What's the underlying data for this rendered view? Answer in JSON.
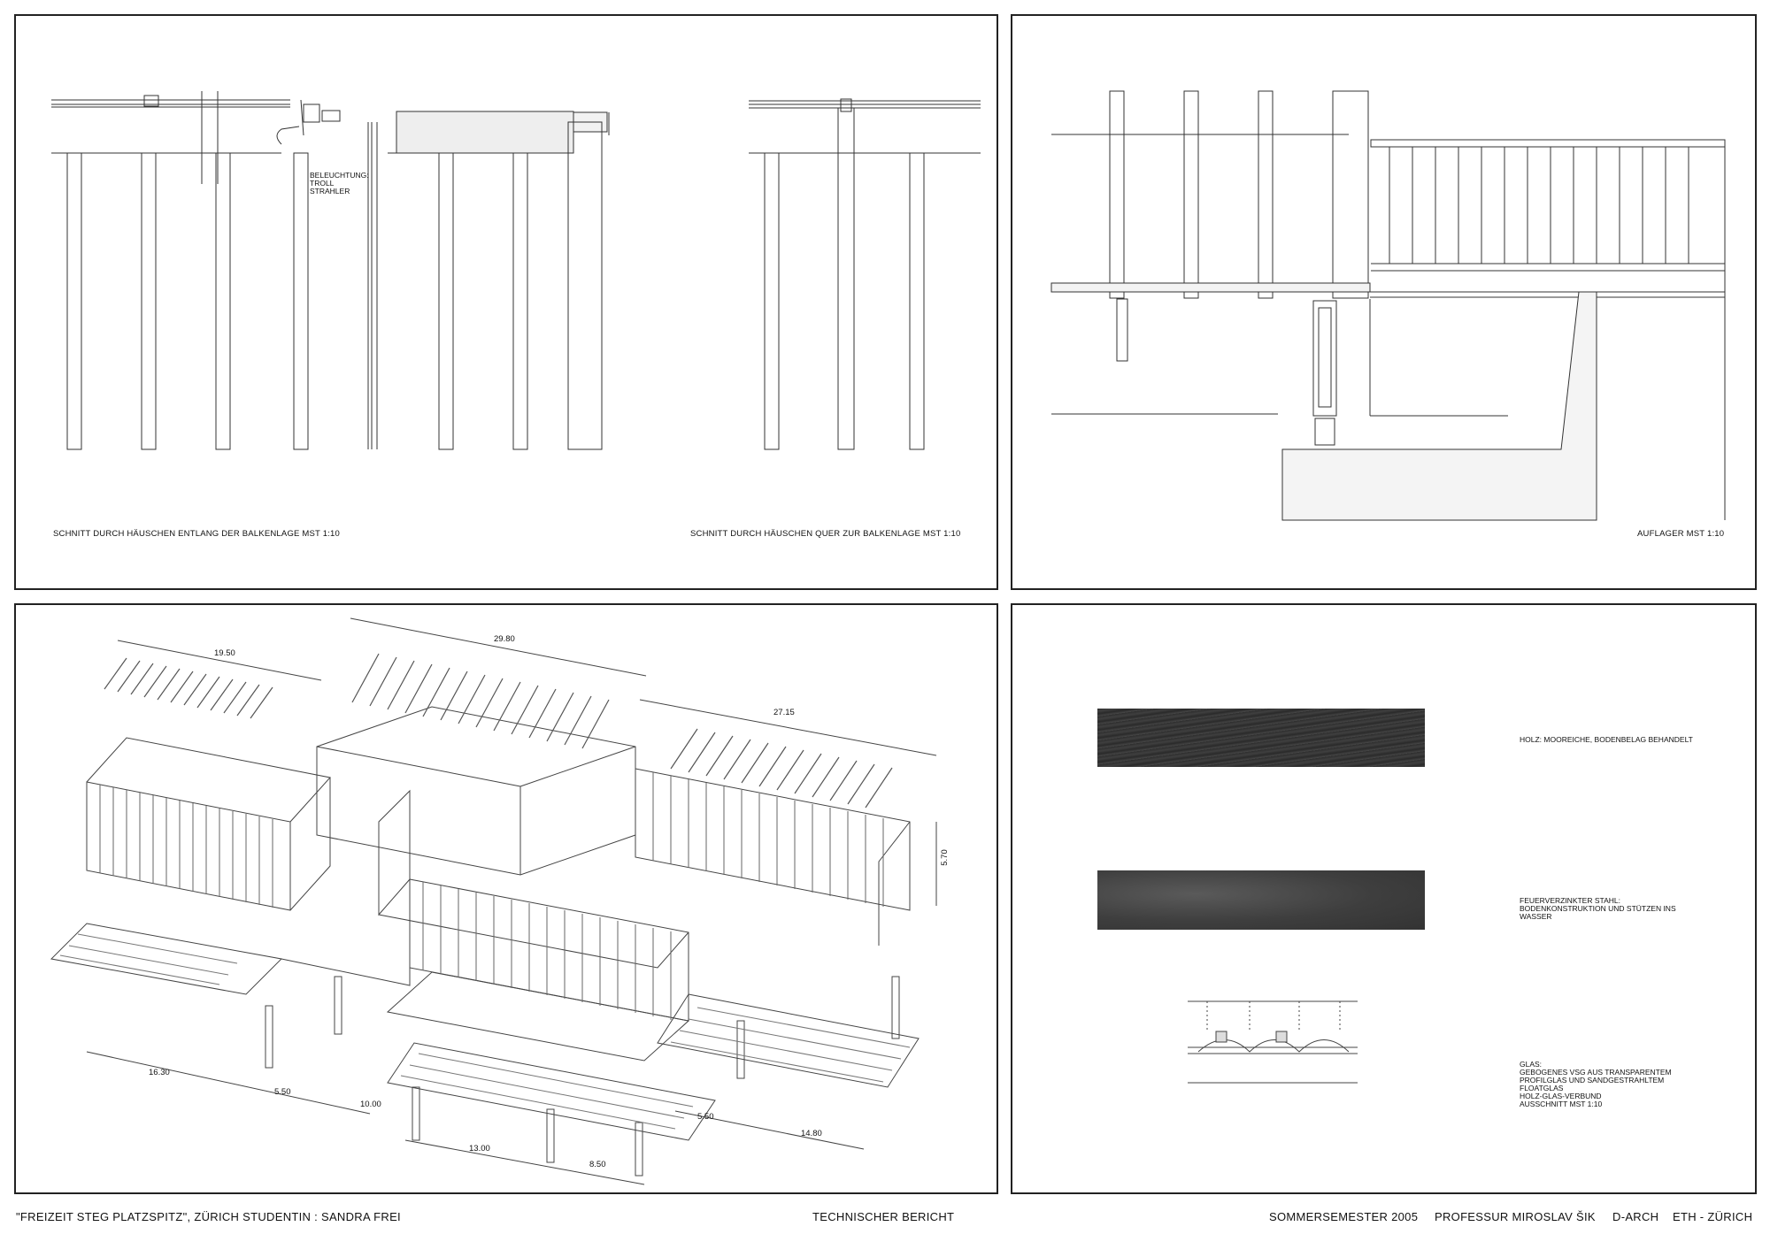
{
  "panels": {
    "sections": {
      "caption_left": "SCHNITT DURCH HÄUSCHEN ENTLANG DER BALKENLAGE  MST 1:10",
      "caption_right": "SCHNITT DURCH HÄUSCHEN QUER ZUR BALKENLAGE  MST 1:10",
      "lighting_note": "BELEUCHTUNG:\nTROLL\nSTRAHLER"
    },
    "support": {
      "caption": "AUFLAGER  MST 1:10"
    },
    "axonometric": {
      "dimensions": {
        "d1950": "19.50",
        "d2980": "29.80",
        "d2715": "27.15",
        "d570": "5.70",
        "d1630": "16.30",
        "d550a": "5.50",
        "d1000": "10.00",
        "d1300": "13.00",
        "d850": "8.50",
        "d550b": "5.50",
        "d1480": "14.80"
      }
    },
    "materials": {
      "wood_label": "HOLZ: MOOREICHE, BODENBELAG BEHANDELT",
      "steel_label": "FEUERVERZINKTER STAHL:\nBODENKONSTRUKTION UND STÜTZEN INS\nWASSER",
      "glass_label": "GLAS:\nGEBOGENES VSG AUS TRANSPARENTEM\nPROFILGLAS UND SANDGESTRAHLTEM\nFLOATGLAS\nHOLZ-GLAS-VERBUND\nAUSSCHNITT MST 1:10",
      "colors": {
        "wood": "#3a3a3a",
        "steel": "#4a4a4a"
      }
    }
  },
  "footer": {
    "project": "\"FREIZEIT STEG  PLATZSPITZ\", ZÜRICH     STUDENTIN : SANDRA FREI",
    "report": "TECHNISCHER BERICHT",
    "semester": "SOMMERSEMESTER 2005",
    "professor": "PROFESSUR MIROSLAV ŠIK",
    "dept": "D-ARCH",
    "school": "ETH - ZÜRICH"
  }
}
